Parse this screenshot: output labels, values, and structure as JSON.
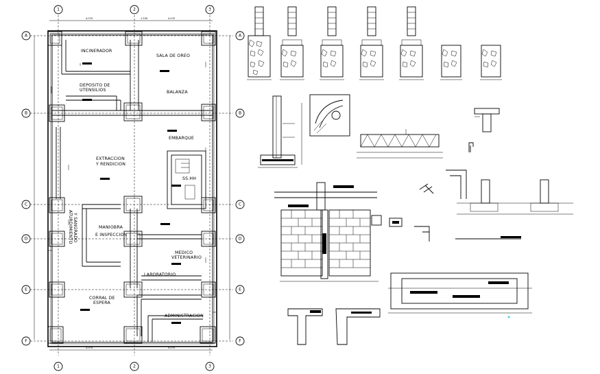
{
  "plan": {
    "grid_columns": [
      "1",
      "2",
      "3"
    ],
    "grid_rows": [
      "A",
      "B",
      "C",
      "D",
      "E",
      "F"
    ],
    "rooms": {
      "incinerador": "INCINERADOR",
      "sala_oreo": "SALA DE OREO",
      "deposito_l1": "DEPOSITO DE",
      "deposito_l2": "UTENSILIOS",
      "balanza": "BALANZA",
      "embarque": "EMBARQUE",
      "extraccion_l1": "EXTRACCION",
      "extraccion_l2": "Y RENDICION",
      "sshh": "SS.HH",
      "aturdimiento_l1": "ATURDIMIENTO",
      "aturdimiento_l2": "Y SANGRADO",
      "maniobra_l1": "MANIOBRA",
      "maniobra_l2": "E INSPECCION",
      "medico_l1": "MEDICO",
      "medico_l2": "VETERINARIO",
      "laboratorio": "LABORATORIO",
      "corral_l1": "CORRAL DE",
      "corral_l2": "ESPERA",
      "administracion": "ADMINISTRACION"
    }
  },
  "colors": {
    "ink": "#000000",
    "accent_dot": "#5fd3e6"
  }
}
